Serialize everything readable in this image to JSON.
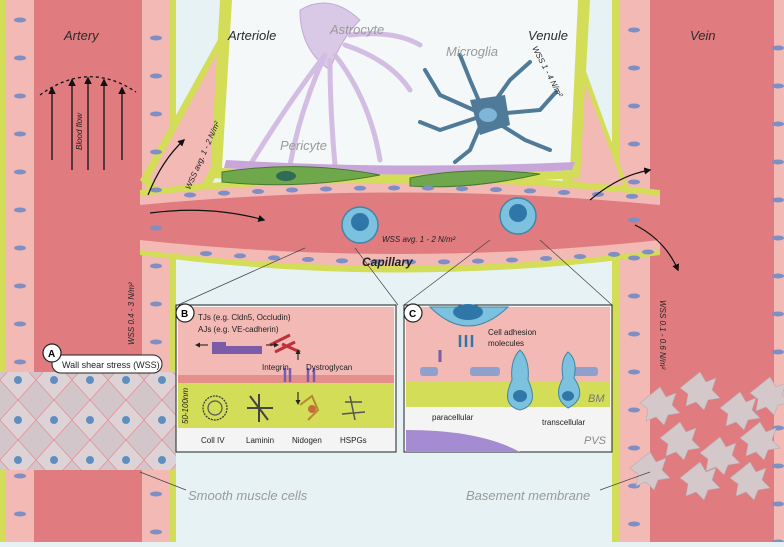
{
  "vessels": {
    "artery": "Artery",
    "arteriole": "Arteriole",
    "venule": "Venule",
    "vein": "Vein",
    "capillary": "Capillary"
  },
  "cells": {
    "astrocyte": "Astrocyte",
    "microglia": "Microglia",
    "pericyte": "Pericyte",
    "smooth_muscle": "Smooth muscle cells",
    "basement_membrane": "Basement membrane"
  },
  "flow": {
    "blood_flow": "Blood flow",
    "wss_artery": "WSS 0.4 - 3 N/m²",
    "wss_arteriole": "WSS avg. 1 - 2 N/m²",
    "wss_capillary": "WSS avg. 1 - 2 N/m²",
    "wss_venule": "WSS 1 - 4 N/m²",
    "wss_vein": "WSS 0.1 - 0.6 N/m²"
  },
  "panel_a": {
    "letter": "A",
    "label": "Wall shear stress (WSS)"
  },
  "panel_b": {
    "letter": "B",
    "tjs": "TJs (e.g. Cldn5, Occludin)",
    "ajs": "AJs (e.g. VE-cadherin)",
    "integrin": "Integrin",
    "dystroglycan": "Dystroglycan",
    "thickness": "50-100nm",
    "components": [
      "Coll IV",
      "Laminin",
      "Nidogen",
      "HSPGs"
    ]
  },
  "panel_c": {
    "letter": "C",
    "adhesion_line1": "Cell adhesion",
    "adhesion_line2": "molecules",
    "bm": "BM",
    "pvs": "PVS",
    "paracellular": "paracellular",
    "transcellular": "transcellular"
  },
  "colors": {
    "background": "#e6f2f3",
    "vessel": "#e07b80",
    "endothelium": "#f2b9b5",
    "basement": "#d3dd58",
    "nucleus": "#5f8fc0",
    "astrocyte": "#d9c9e6",
    "microglia": "#4f7a98",
    "pericyte": "#6fa84c",
    "leukocyte": "#7cc2de",
    "smooth_muscle": "#d7cccf"
  }
}
